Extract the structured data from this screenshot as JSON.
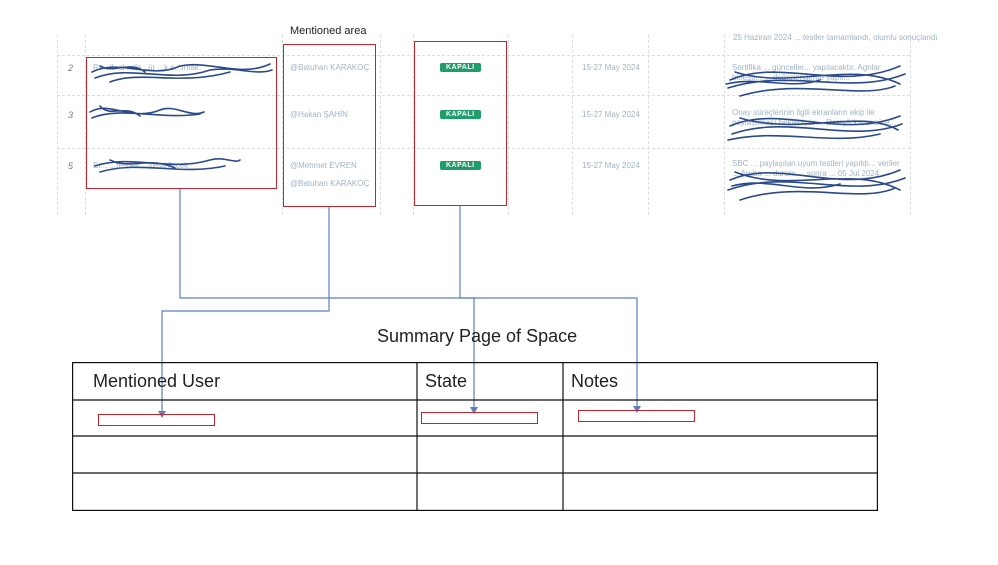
{
  "labels": {
    "mentioned_area": "Mentioned area",
    "summary_title": "Summary Page of Space"
  },
  "screenshot": {
    "rows": [
      {
        "number": "2",
        "task": "Ra...ll...d ...ile...ür ...k e...ırılak",
        "user": "@Batuhan KARAKOÇ",
        "state": "KAPALI",
        "date": "15-27 May 2024",
        "notes": "Sertifika ... günceller... yapılacaktır. Agnlar birleşti... ... değerlendirme yapıl..."
      },
      {
        "number": "3",
        "task": "...",
        "user": "@Hakan ŞAHİN",
        "state": "KAPALI",
        "date": "15-27 May 2024",
        "notes": "Onay süreçlerinin ilgili ekranların ekip ile paylaşılması bekleniyor ... Detaylı karar süre..."
      },
      {
        "number": "5",
        "task": "Er... ...testleri ...yestirilecek",
        "user": "@Mehmet EVREN",
        "user2": "@Batuhan KARAKOÇ",
        "state": "KAPALI",
        "date": "15-27 May 2024",
        "notes": "SBC ... paylaşılan uyum testleri yapıldı... veriler ... Aruba ... durum ... sonra ... 05 Jul 2024"
      }
    ],
    "top_note": "25 Haziran 2024 ... testler tamamlandı, olumlu sonuçlandı"
  },
  "table": {
    "headers": [
      "Mentioned User",
      "State",
      "Notes"
    ],
    "rows": [
      [
        "",
        "",
        ""
      ],
      [
        "",
        "",
        ""
      ],
      [
        "",
        "",
        ""
      ]
    ]
  },
  "colors": {
    "red_box": "#c0262d",
    "arrow": "#5b7fc0",
    "scribble": "#2a4a8c",
    "badge": "#1f9e6b"
  }
}
